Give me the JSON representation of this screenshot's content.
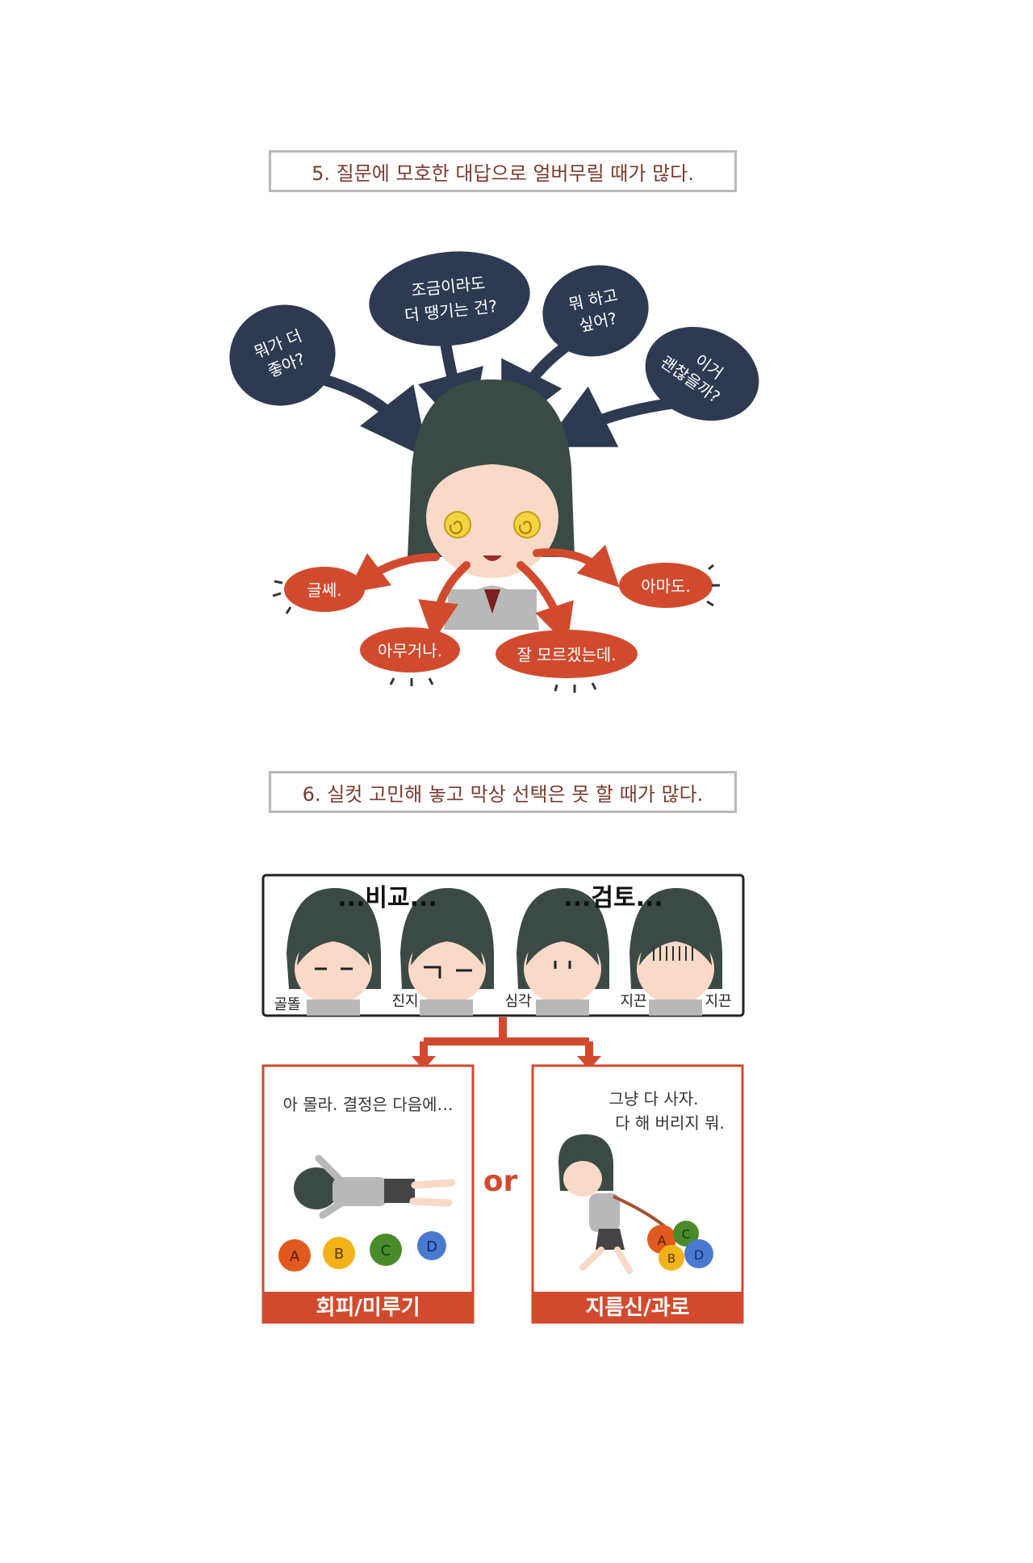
{
  "section5": {
    "title": "5. 질문에 모호한 대답으로 얼버무릴 때가 많다.",
    "questions": [
      {
        "lines": [
          "뭐가 더",
          "좋아?"
        ]
      },
      {
        "lines": [
          "조금이라도",
          "더 땡기는 건?"
        ]
      },
      {
        "lines": [
          "뭐 하고",
          "싶어?"
        ]
      },
      {
        "lines": [
          "이거",
          "괜찮을까?"
        ]
      }
    ],
    "answers": [
      "글쎄.",
      "아마도.",
      "아무거나.",
      "잘 모르겠는데."
    ]
  },
  "section6": {
    "title": "6. 실컷 고민해 놓고 막상 선택은 못 할 때가 많다.",
    "top_labels": {
      "compare": "...비교...",
      "review": "...검토..."
    },
    "face_labels": [
      "골똘",
      "진지",
      "심각",
      "지끈",
      "지끈"
    ],
    "left_panel": {
      "speech": "아 몰라. 결정은 다음에…",
      "footer": "회피/미루기",
      "balls": [
        "A",
        "B",
        "C",
        "D"
      ]
    },
    "or_text": "or",
    "right_panel": {
      "speech_lines": [
        "그냥 다 사자.",
        "다 해 버리지 뭐."
      ],
      "footer": "지름신/과로",
      "balls": [
        "A",
        "C",
        "B",
        "D"
      ]
    }
  },
  "colors": {
    "navy": "#2e3a52",
    "red": "#d24a2e",
    "hair": "#3b4a45",
    "title_text": "#7a3b2e",
    "gray_border": "#b9b9b9"
  }
}
